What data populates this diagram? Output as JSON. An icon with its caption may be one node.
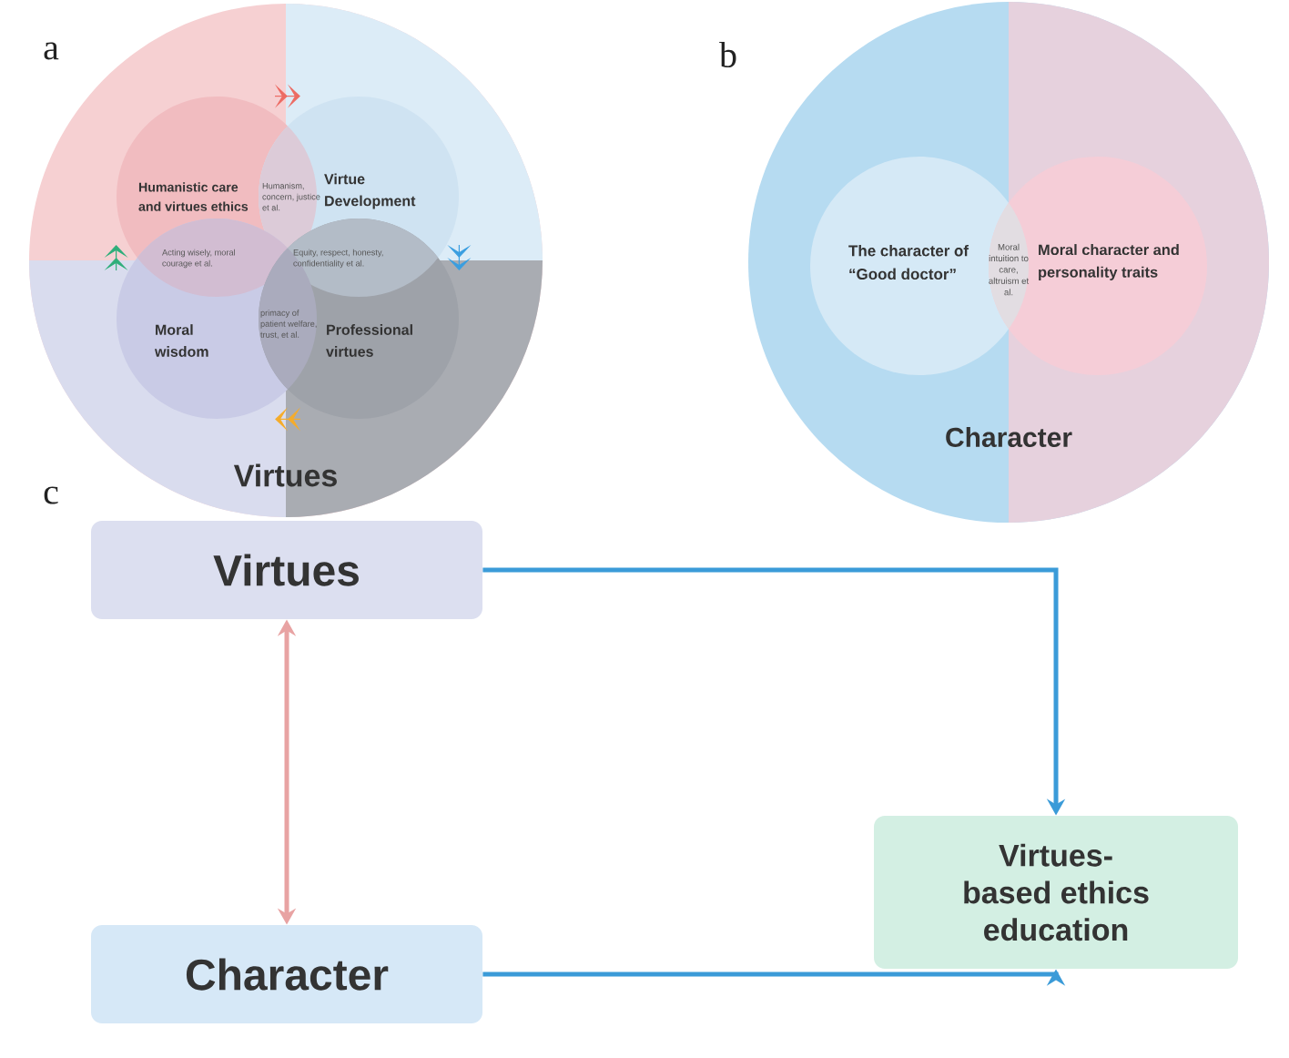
{
  "diagram": {
    "nodes": [
      {
        "text": [
          "Virtues"
        ]
      },
      {
        "text": [
          "Humanistic care and virtues ethics"
        ],
        "in": 0
      },
      {
        "text": [
          "Virtue Development"
        ],
        "in": 0
      },
      {
        "text": [
          "Moral wisdom"
        ],
        "in": 0
      },
      {
        "text": [
          "Professional virtues"
        ],
        "in": 0
      },
      {
        "text": [
          "Character"
        ]
      },
      {
        "text": [
          "The character of “Good doctor”"
        ],
        "in": 5
      },
      {
        "text": [
          "Moral character and personality traits"
        ],
        "in": 5
      },
      {
        "text": [
          "Virtues"
        ]
      },
      {
        "text": [
          "Character"
        ]
      },
      {
        "text": [
          "Virtues-based ethics education"
        ]
      }
    ],
    "edges": [
      {
        "from": 1,
        "to": 2,
        "arrow": "to",
        "color": "#ec6b63"
      },
      {
        "from": 2,
        "to": 4,
        "arrow": "to",
        "color": "#3a9ee0"
      },
      {
        "from": 4,
        "to": 3,
        "arrow": "to",
        "color": "#f5ac2a"
      },
      {
        "from": 3,
        "to": 1,
        "arrow": "to",
        "color": "#2fae7a"
      },
      {
        "from": 8,
        "to": 9,
        "arrow": "both",
        "style": "thick",
        "color": "#e8a3a3"
      },
      {
        "from": 8,
        "to": 10,
        "arrow": "to",
        "style": "thick",
        "color": "#3b9bd8"
      },
      {
        "from": 9,
        "to": 10,
        "arrow": "to",
        "style": "thick",
        "color": "#3b9bd8"
      }
    ],
    "labels": [
      "a",
      "b",
      "Humanism, concern, justice et al.",
      "Acting wisely, moral courage et al.",
      "Equity, respect, honesty, confidentiality et al.",
      "primacy of patient welfare, trust, et al.",
      "Moral intuition to care, altruism et al.",
      "c"
    ]
  }
}
